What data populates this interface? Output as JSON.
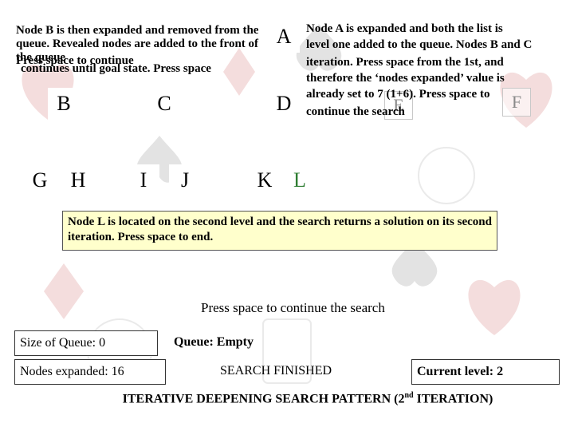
{
  "nodes": {
    "a": "A",
    "b": "B",
    "c": "C",
    "d": "D",
    "e": "E",
    "f": "F",
    "g": "G",
    "h": "H",
    "i": "I",
    "j": "J",
    "k": "K",
    "l": "L"
  },
  "overlay_left": {
    "line1": "Node B is then expanded and removed from the queue. Revealed nodes are added to the front of the queue",
    "line2": "Press space to continue",
    "line3": "continues until goal state. Press space"
  },
  "overlay_right": {
    "line1": "Node A is expanded and both the list is",
    "line2": "level one added to the queue. Nodes B and C",
    "line3": "iteration. Press space from the 1st, and",
    "line4": "therefore the ‘nodes expanded’ value is",
    "line5": "already set to 7 (1+6). Press space to",
    "line6": "continue the search"
  },
  "callout": {
    "text": "Node L is located on the second level and the search returns a solution on its second iteration. Press space to end."
  },
  "press_space": "Press space to continue the search",
  "status": {
    "queue_size": "Size of Queue: 0",
    "queue": "Queue: Empty",
    "nodes_expanded": "Nodes expanded: 16",
    "search_state": "SEARCH FINISHED",
    "current_level": "Current level: 2"
  },
  "title": {
    "prefix": "ITERATIVE DEEPENING SEARCH PATTERN (2",
    "sup": "nd",
    "suffix": " ITERATION)"
  },
  "colors": {
    "callout_bg": "#ffffcc",
    "goal_node": "#2e7d32"
  }
}
